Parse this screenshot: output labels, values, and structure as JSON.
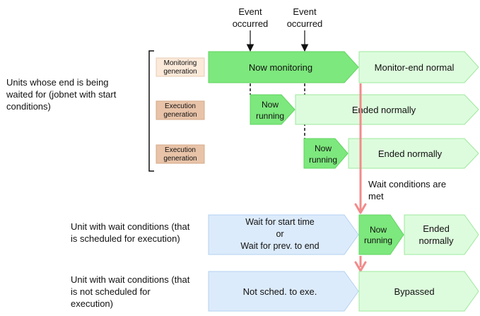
{
  "events": {
    "event1": [
      "Event",
      "occurred"
    ],
    "event2": [
      "Event",
      "occurred"
    ]
  },
  "left_labels": {
    "waited_units": "Units whose end is being\nwaited for (jobnet with start\nconditions)",
    "scheduled_unit": "Unit with wait conditions (that\nis scheduled for execution)",
    "unscheduled_unit": "Unit with wait conditions (that\nis not scheduled for\nexecution)"
  },
  "generation_tags": {
    "monitoring": [
      "Monitoring",
      "generation"
    ],
    "execution1": [
      "Execution",
      "generation"
    ],
    "execution2": [
      "Execution",
      "generation"
    ]
  },
  "states": {
    "now_monitoring": "Now monitoring",
    "monitor_end_normal": "Monitor-end normal",
    "now_running_1": [
      "Now",
      "running"
    ],
    "ended_normally_1": "Ended normally",
    "now_running_2": [
      "Now",
      "running"
    ],
    "ended_normally_2": "Ended normally",
    "wait_start": [
      "Wait for start time",
      "or",
      "Wait for prev. to end"
    ],
    "now_running_3": [
      "Now",
      "running"
    ],
    "ended_normally_3": [
      "Ended",
      "normally"
    ],
    "not_sched": "Not sched. to exe.",
    "bypassed": "Bypassed"
  },
  "wait_met": [
    "Wait conditions are",
    "met"
  ],
  "colors": {
    "green_strong": "#7de87d",
    "green_pale": "#ddfcdd",
    "green_border": "#9ee89e",
    "blue_pale": "#dcebfb",
    "blue_border": "#b3d0f0",
    "tag_monitoring": "#fbe9d9",
    "tag_execution": "#e8c3a8",
    "red_arrow": "#f28b8b"
  }
}
